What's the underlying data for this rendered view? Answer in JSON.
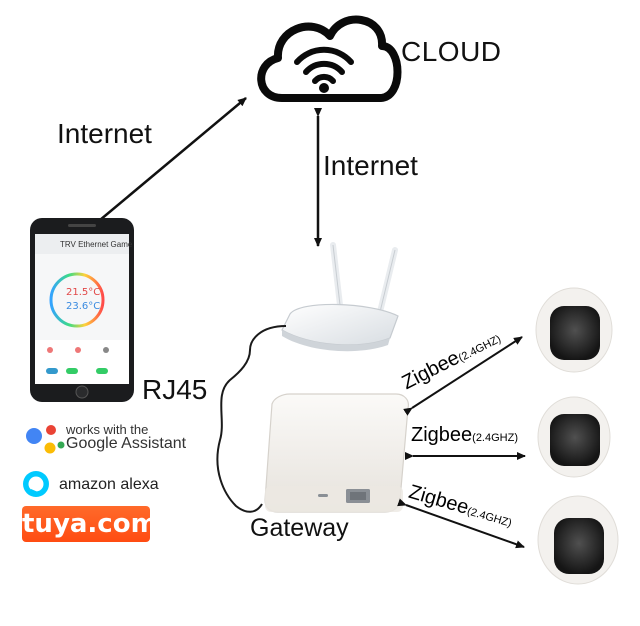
{
  "labels": {
    "cloud": "CLOUD",
    "internet_left": "Internet",
    "internet_right": "Internet",
    "rj45": "RJ45",
    "gateway": "Gateway"
  },
  "zigbee_links": [
    {
      "label": "Zigbee",
      "band": "(2.4GHZ)"
    },
    {
      "label": "Zigbee",
      "band": "(2.4GHZ)"
    },
    {
      "label": "Zigbee",
      "band": "(2.4GHZ)"
    }
  ],
  "phone": {
    "header": "TRV Ethernet Game",
    "temp_set": "21.5°C",
    "temp_current": "23.6°C"
  },
  "badges": {
    "google_line1": "works with the",
    "google_line2": "Google Assistant",
    "alexa": "amazon alexa",
    "tuya": "tuya.com"
  },
  "colors": {
    "arrow": "#111111",
    "tuya_orange": "#ff5a1f",
    "alexa_blue": "#00caff",
    "device_white": "#f4f2ef",
    "sensor_dark": "#2b2b2b"
  },
  "icons": [
    "wifi-icon",
    "cloud-icon"
  ]
}
